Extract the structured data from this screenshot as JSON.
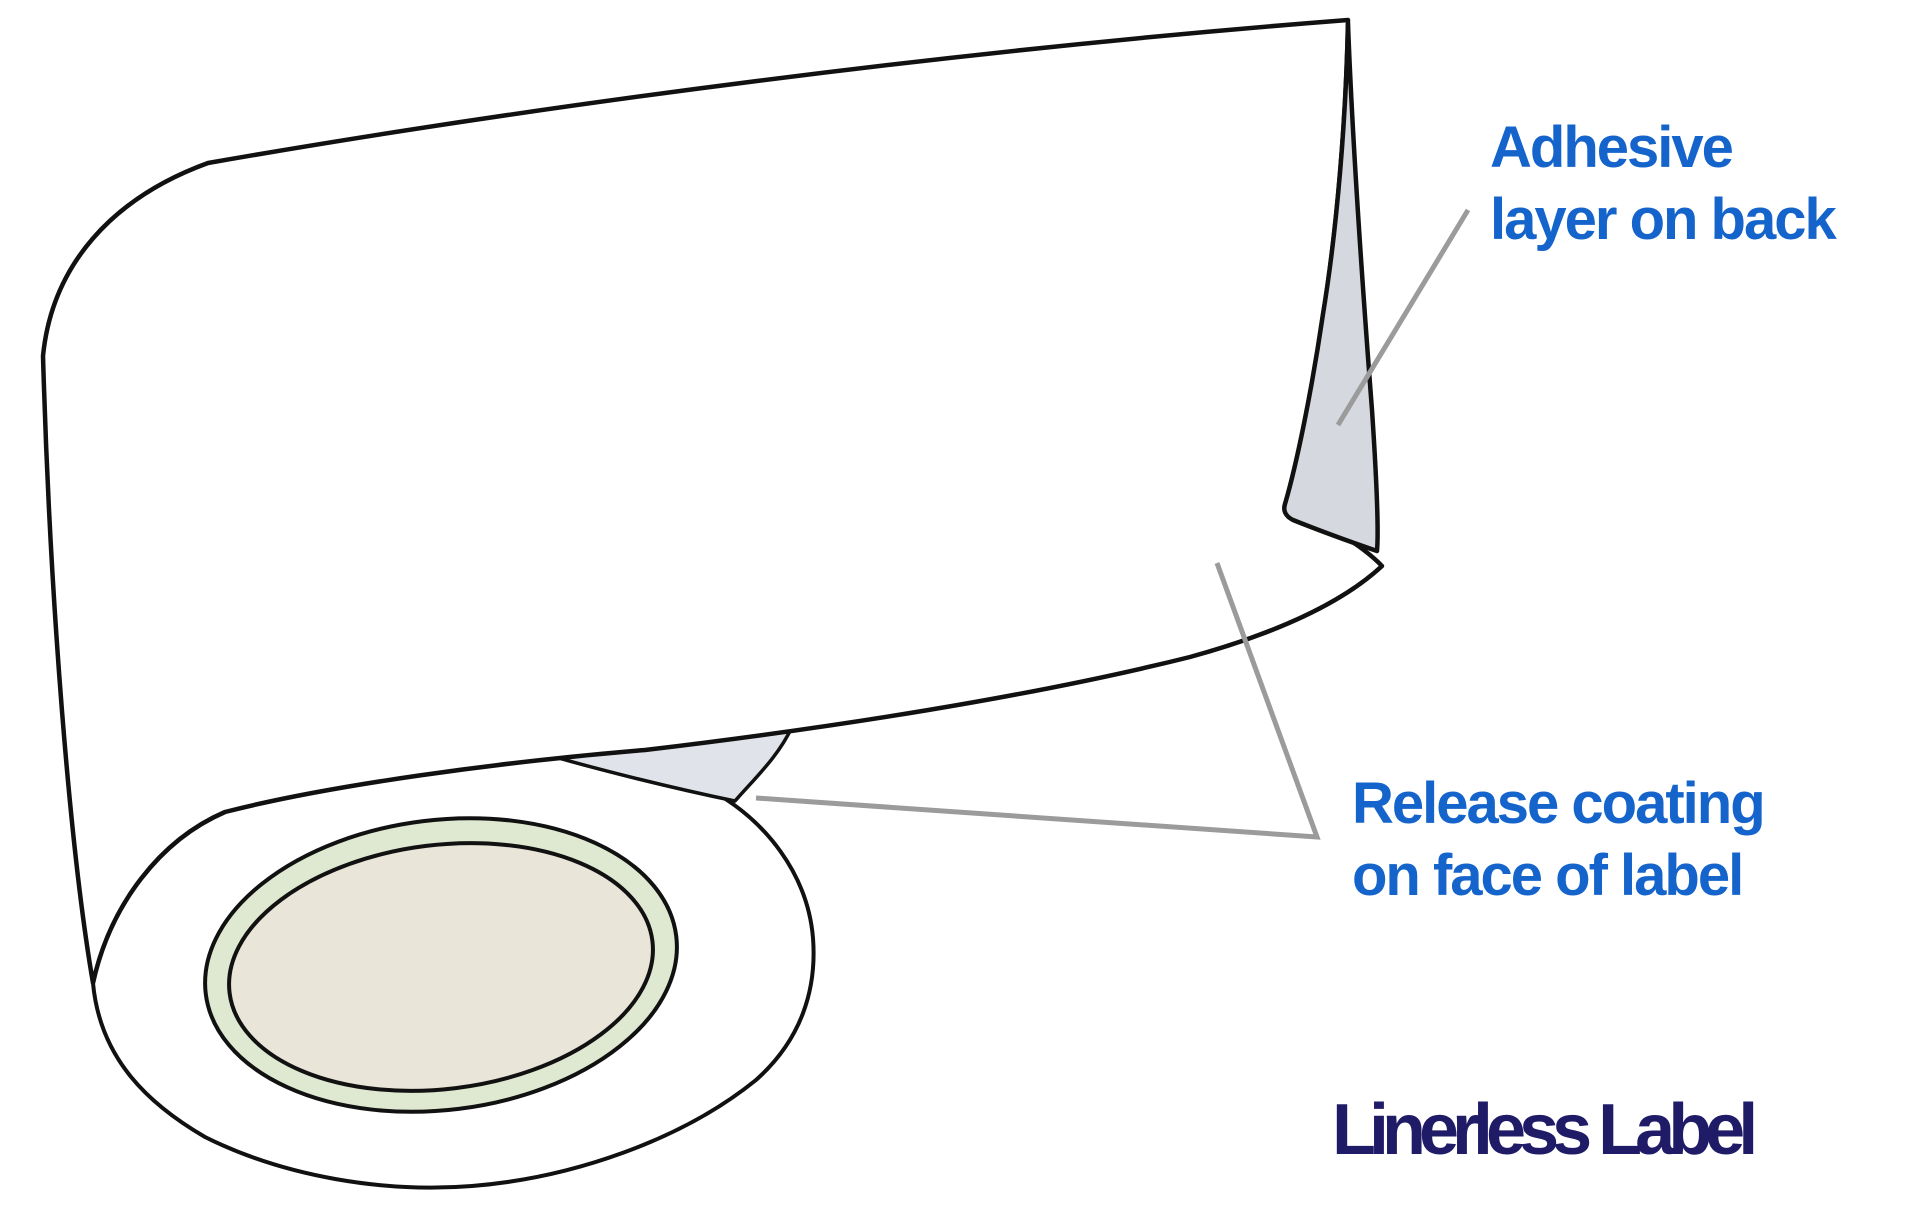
{
  "title": {
    "text": "Linerless Label",
    "color": "#1f1b67"
  },
  "annotations": {
    "adhesive": {
      "line1": "Adhesive",
      "line2": "layer on back"
    },
    "release": {
      "line1": "Release coating",
      "line2": "on face of label"
    },
    "text_color": "#1464cb"
  },
  "illustration": {
    "description": "Roll of linerless label stock with strip peeling up to the right, adhesive shown on curled back of strip, release-coated face exposed where strip leaves the roll",
    "colors": {
      "outline": "#111111",
      "label_face_white": "#ffffff",
      "adhesive_gray": "#d5d9df",
      "release_wedge_gray": "#e0e3e9",
      "core_ring_green": "#dfe9d1",
      "core_center_beige": "#e9e5d8",
      "leader_line_gray": "#9b9b9b",
      "background": "#ffffff"
    }
  }
}
